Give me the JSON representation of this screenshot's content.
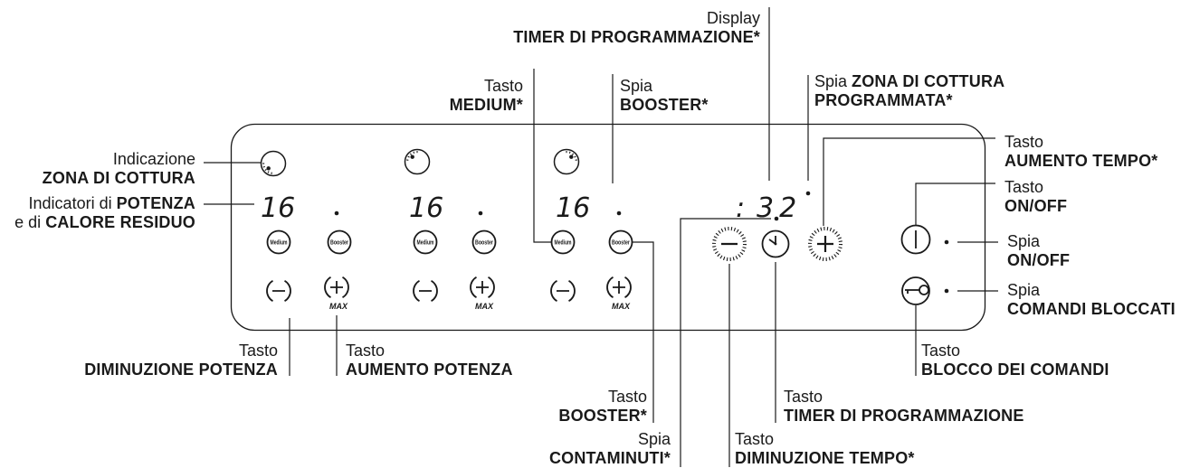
{
  "colors": {
    "ink": "#1a1a1a",
    "background": "#ffffff"
  },
  "icons": {
    "cooking_zone": "cooking-zone-icon",
    "minus": "minus-icon",
    "plus": "plus-icon",
    "clock": "clock-icon",
    "power": "power-icon",
    "lock": "key-lock-icon"
  },
  "labels": {
    "zone_indicator": {
      "line1": "Indicazione",
      "line2": "ZONA DI COTTURA"
    },
    "power_indicators": {
      "line1_a": "Indicatori di ",
      "line1_b": "POTENZA",
      "line2_a": "e di ",
      "line2_b": "CALORE RESIDUO"
    },
    "power_decrease_key": {
      "line1": "Tasto",
      "line2": "DIMINUZIONE POTENZA"
    },
    "power_increase_key": {
      "line1": "Tasto",
      "line2": "AUMENTO POTENZA"
    },
    "medium_key": {
      "line1": "Tasto",
      "line2": "MEDIUM*"
    },
    "booster_light": {
      "line1": "Spia",
      "line2": "BOOSTER*"
    },
    "timer_display": {
      "line1": "Display",
      "line2": "TIMER DI PROGRAMMAZIONE*"
    },
    "programmed_zone_light": {
      "line1_a": "Spia ",
      "line1_b": "ZONA DI COTTURA",
      "line2": "PROGRAMMATA*"
    },
    "time_increase_key": {
      "line1": "Tasto",
      "line2": "AUMENTO TEMPO*"
    },
    "onoff_key": {
      "line1": "Tasto",
      "line2": "ON/OFF"
    },
    "onoff_light": {
      "line1": "Spia",
      "line2": "ON/OFF"
    },
    "lock_light": {
      "line1": "Spia",
      "line2": "COMANDI BLOCCATI"
    },
    "lock_key": {
      "line1": "Tasto",
      "line2": "BLOCCO DEI COMANDI"
    },
    "booster_key": {
      "line1": "Tasto",
      "line2": "BOOSTER*"
    },
    "timer_key": {
      "line1": "Tasto",
      "line2": "TIMER DI PROGRAMMAZIONE"
    },
    "minute_minder_light": {
      "line1": "Spia",
      "line2": "CONTAMINUTI*"
    },
    "time_decrease_key": {
      "line1": "Tasto",
      "line2": "DIMINUZIONE TEMPO*"
    }
  },
  "panel": {
    "zones": [
      {
        "power_level": "16",
        "medium": "Medium",
        "booster": "Booster",
        "max": "MAX"
      },
      {
        "power_level": "16",
        "medium": "Medium",
        "booster": "Booster",
        "max": "MAX"
      },
      {
        "power_level": "16",
        "medium": "Medium",
        "booster": "Booster",
        "max": "MAX"
      }
    ],
    "timer": {
      "separator": ":",
      "value": "32"
    }
  }
}
